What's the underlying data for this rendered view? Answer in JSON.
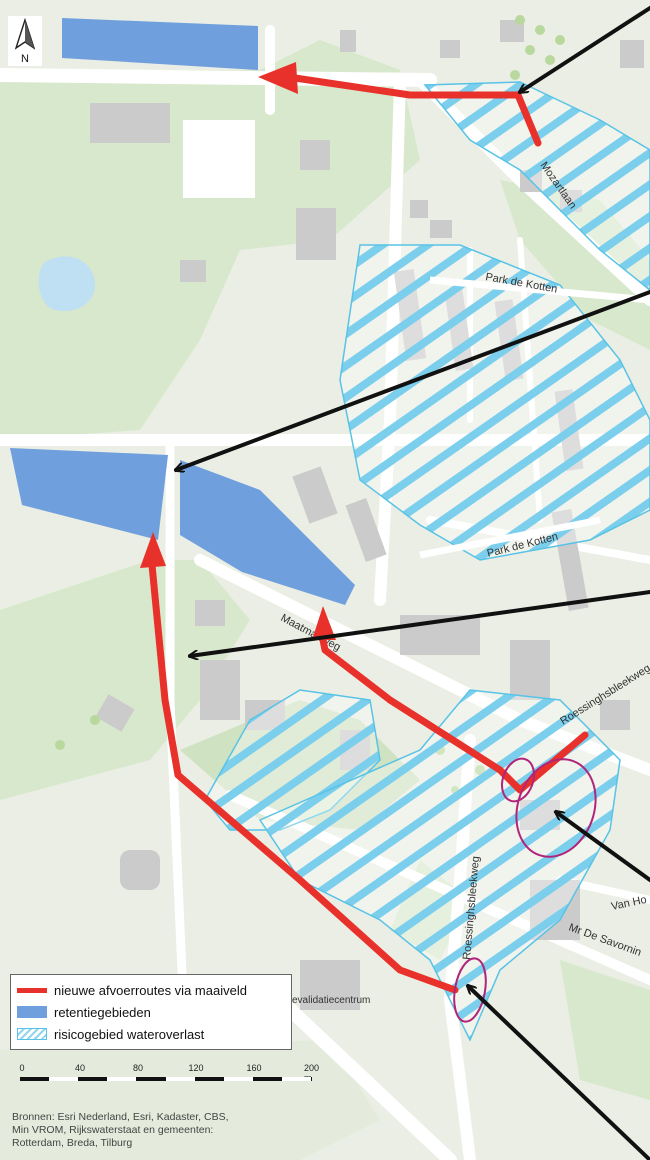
{
  "north_arrow": {
    "letter": "N",
    "icon": "north-arrow-icon"
  },
  "street_labels": {
    "mozartlaan": "Mozartlaan",
    "park_de_kotten_1": "Park de Kotten",
    "park_de_kotten_2": "Park de Kotten",
    "maatmanweg": "Maatmanweg",
    "roessinghsbleekweg_1": "Roessinghsbleekweg",
    "roessinghsbleekweg_2": "Roessinghsbleekweg",
    "van_ho": "Van Ho",
    "mr_de_savornin": "Mr De Savornin",
    "revalidatiecentrum": "evalidatiecentrum"
  },
  "legend": {
    "items": [
      {
        "label": "nieuwe afvoerroutes via maaiveld",
        "color": "#e8312a",
        "icon": "route-line-swatch"
      },
      {
        "label": "retentiegebieden",
        "color": "#6f9fdc",
        "icon": "retention-area-swatch"
      },
      {
        "label": "risicogebied wateroverlast",
        "color": "#58c3e6",
        "icon": "hatched-risk-swatch"
      }
    ]
  },
  "scale_bar": {
    "ticks": [
      "0",
      "40",
      "80",
      "120",
      "160",
      "200 m"
    ]
  },
  "credits": {
    "line1": "Bronnen: Esri Nederland, Esri, Kadaster, CBS,",
    "line2": "Min VROM, Rijkswaterstaat en gemeenten:",
    "line3": "Rotterdam, Breda, Tilburg"
  },
  "colors": {
    "route": "#e8312a",
    "retention": "#6f9fdc",
    "risk_hatch": "#58c3e6",
    "circle": "#b0247a",
    "arrow": "#111111",
    "green": "#d8e8cc",
    "road": "#ffffff",
    "building": "#c9c9c9"
  }
}
